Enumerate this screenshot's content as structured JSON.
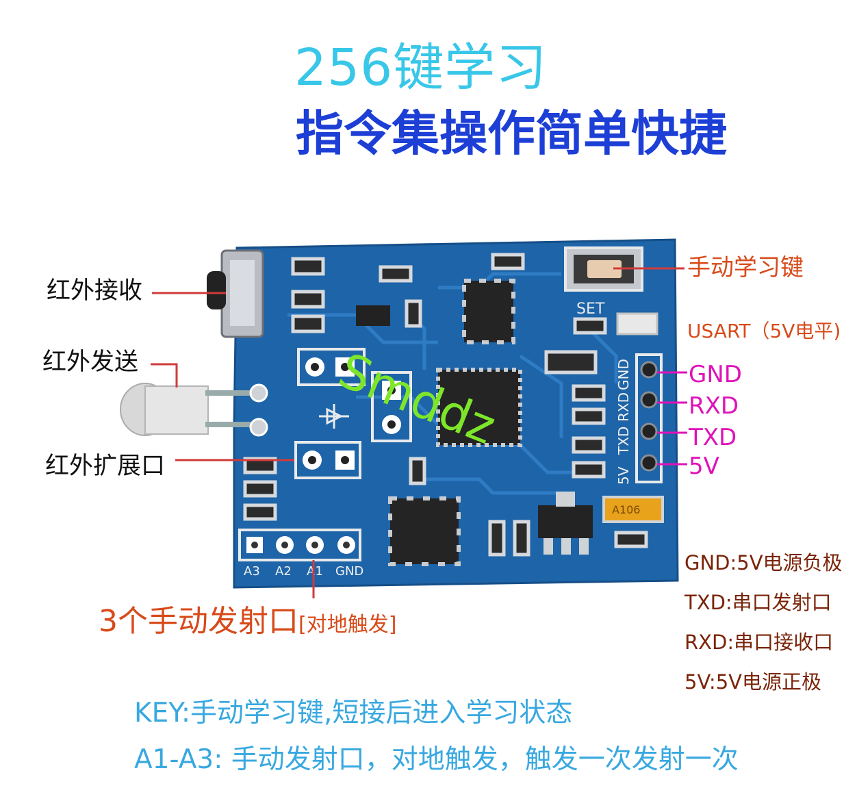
{
  "header": {
    "title_line1": "256键学习",
    "title_line2": "指令集操作简单快捷"
  },
  "left_labels": {
    "ir_receive": "红外接收",
    "ir_send": "红外发送",
    "ir_expand": "红外扩展口"
  },
  "right_labels": {
    "manual_learn_key": "手动学习键",
    "usart": "USART（5V电平)",
    "pins": [
      "GND",
      "RXD",
      "TXD",
      "5V"
    ]
  },
  "board": {
    "set_label": "SET",
    "watermark": "Smddz",
    "header_silk": [
      "5V",
      "TXD",
      "RXD",
      "GND"
    ],
    "bottom_pins": [
      "A3",
      "A2",
      "A1",
      "GND"
    ],
    "tantalum": "A106"
  },
  "manual_ports": {
    "main": "3个手动发射口",
    "note": "[对地触发]"
  },
  "pin_notes": [
    "GND:5V电源负极",
    "TXD:串口发射口",
    "RXD:串口接收口",
    "5V:5V电源正极"
  ],
  "footer": {
    "line1": "KEY:手动学习键,短接后进入学习状态",
    "line2": "A1-A3: 手动发射口，对地触发，触发一次发射一次"
  },
  "colors": {
    "pcb": "#1e64a8",
    "title_cyan": "#38c7e8",
    "title_blue": "#1d3fd6",
    "label_red": "#d84a1a",
    "pin_magenta": "#e012b8",
    "note_brown": "#7a2408",
    "footer_blue": "#38a8e0",
    "watermark": "#7ee62a"
  }
}
